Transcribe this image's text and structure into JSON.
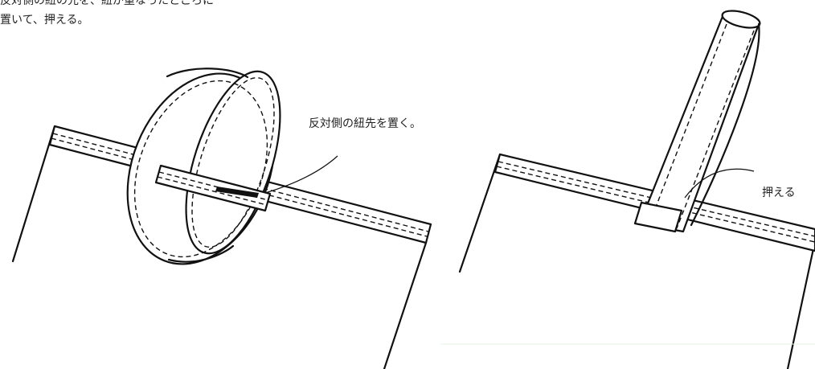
{
  "instructions": {
    "line1": "反対側の紐の先を、紐が重なったところに",
    "line2": "置いて、押える。"
  },
  "left_figure": {
    "callout": "反対側の紐先を置く。"
  },
  "right_figure": {
    "callout": "押える"
  },
  "colors": {
    "ink": "#111111",
    "background": "#ffffff"
  }
}
